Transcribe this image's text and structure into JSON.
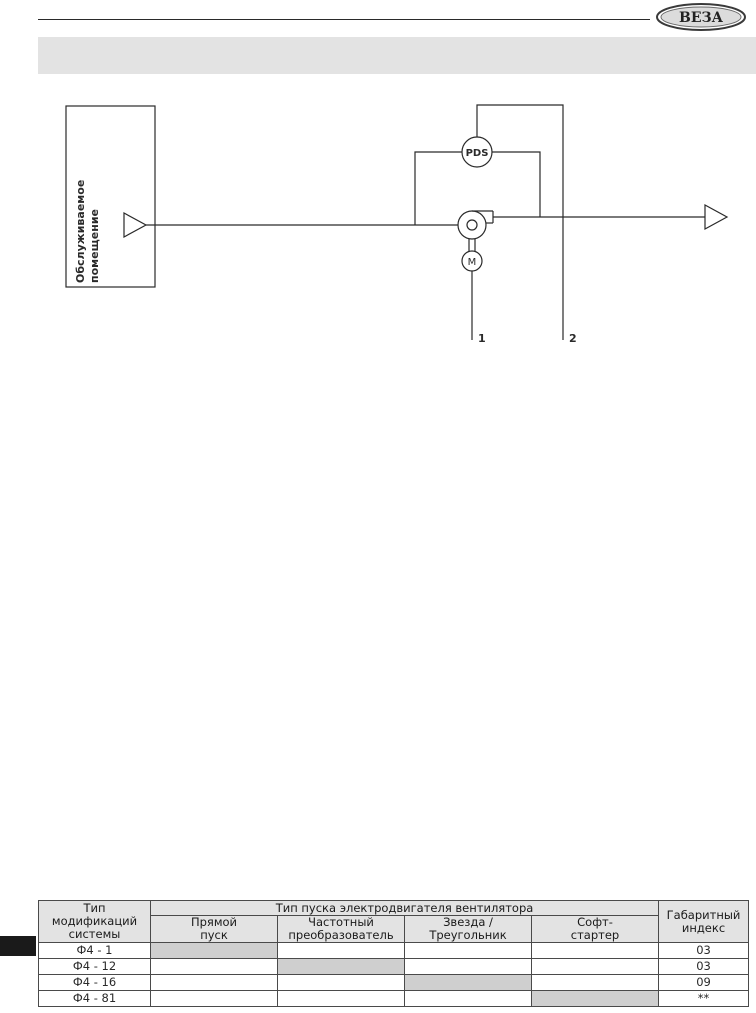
{
  "brand": {
    "logo_text": "ВЕЗА"
  },
  "diagram": {
    "room_label_line1": "Обслуживаемое",
    "room_label_line2": "помещение",
    "pds_label": "PDS",
    "motor_label": "M",
    "terminal_1": "1",
    "terminal_2": "2"
  },
  "table": {
    "header_type_line1": "Тип",
    "header_type_line2": "модификаций",
    "header_type_line3": "системы",
    "header_start": "Тип пуска электродвигателя вентилятора",
    "header_size_line1": "Габаритный",
    "header_size_line2": "индекс",
    "sub_direct_line1": "Прямой",
    "sub_direct_line2": "пуск",
    "sub_freq_line1": "Частотный",
    "sub_freq_line2": "преобразователь",
    "sub_star_line1": "Звезда /",
    "sub_star_line2": "Треугольник",
    "sub_soft_line1": "Софт-",
    "sub_soft_line2": "стартер",
    "rows": [
      {
        "type": "Ф4 - 1",
        "size": "03",
        "active": 0
      },
      {
        "type": "Ф4 - 12",
        "size": "03",
        "active": 1
      },
      {
        "type": "Ф4 - 16",
        "size": "09",
        "active": 2
      },
      {
        "type": "Ф4 - 81",
        "size": "**",
        "active": 3
      }
    ]
  },
  "colors": {
    "band": "#e3e3e3",
    "cell_highlight": "#cfcfcf",
    "line": "#2a2a2a"
  }
}
